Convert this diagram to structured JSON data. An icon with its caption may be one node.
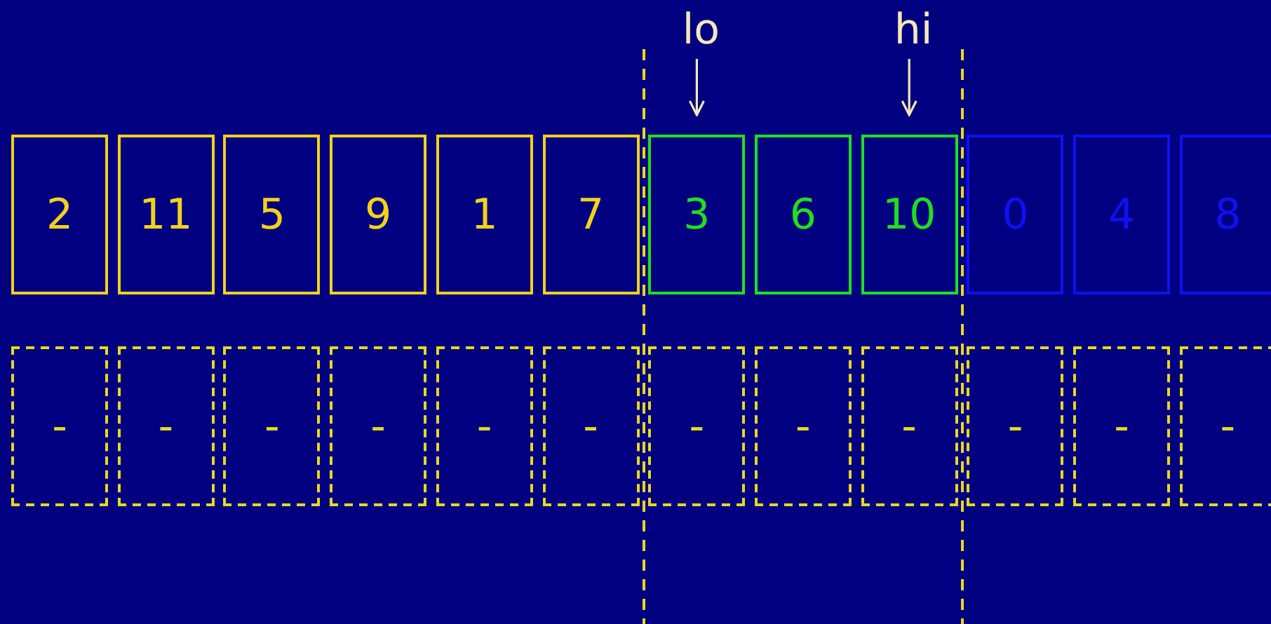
{
  "diagram": {
    "nodes": [
      {
        "text": [
          "lo"
        ]
      },
      {
        "text": [
          "hi"
        ]
      },
      {
        "text": [
          "2"
        ]
      },
      {
        "text": [
          "11"
        ]
      },
      {
        "text": [
          "5"
        ]
      },
      {
        "text": [
          "9"
        ]
      },
      {
        "text": [
          "1"
        ]
      },
      {
        "text": [
          "7"
        ]
      },
      {
        "text": [
          "3"
        ]
      },
      {
        "text": [
          "6"
        ]
      },
      {
        "text": [
          "10"
        ]
      },
      {
        "text": [
          "0"
        ]
      },
      {
        "text": [
          "4"
        ]
      },
      {
        "text": [
          "8"
        ]
      },
      {
        "text": [
          "-"
        ]
      },
      {
        "text": [
          "-"
        ]
      },
      {
        "text": [
          "-"
        ]
      },
      {
        "text": [
          "-"
        ]
      },
      {
        "text": [
          "-"
        ]
      },
      {
        "text": [
          "-"
        ]
      },
      {
        "text": [
          "-"
        ]
      },
      {
        "text": [
          "-"
        ]
      },
      {
        "text": [
          "-"
        ]
      },
      {
        "text": [
          "-"
        ]
      },
      {
        "text": [
          "-"
        ]
      },
      {
        "text": [
          "-"
        ]
      }
    ],
    "edges": [
      {
        "from": 0,
        "to": 8,
        "arrow": "to"
      },
      {
        "from": 1,
        "to": 10,
        "arrow": "to"
      }
    ]
  }
}
